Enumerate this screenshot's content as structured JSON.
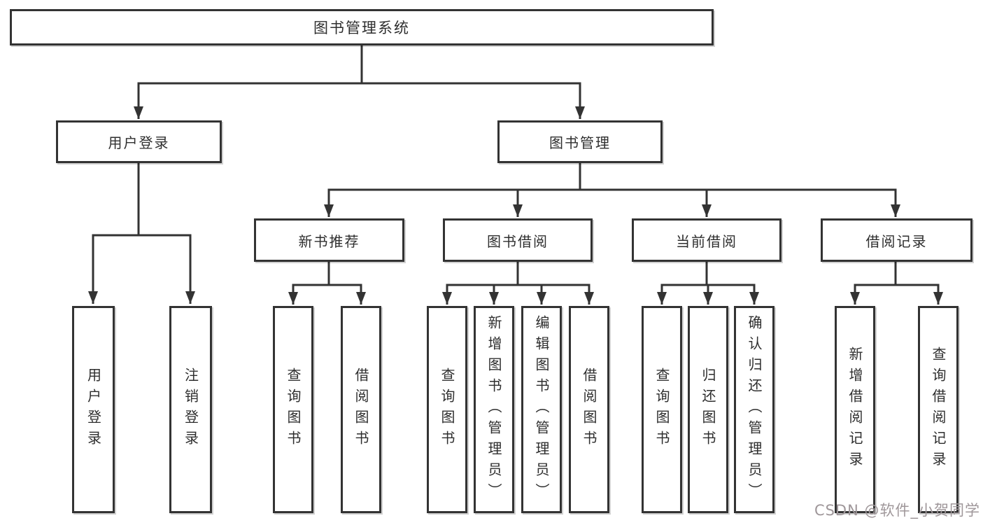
{
  "diagram": {
    "root": {
      "label": "图书管理系统"
    },
    "user_login": {
      "label": "用户登录",
      "children": [
        {
          "label": "用户登录"
        },
        {
          "label": "注销登录"
        }
      ]
    },
    "book_management": {
      "label": "图书管理",
      "children": [
        {
          "label": "新书推荐",
          "children": [
            {
              "label": "查询图书"
            },
            {
              "label": "借阅图书"
            }
          ]
        },
        {
          "label": "图书借阅",
          "children": [
            {
              "label": "查询图书"
            },
            {
              "label": "新增图书（管理员）"
            },
            {
              "label": "编辑图书（管理员）"
            },
            {
              "label": "借阅图书"
            }
          ]
        },
        {
          "label": "当前借阅",
          "children": [
            {
              "label": "查询图书"
            },
            {
              "label": "归还图书"
            },
            {
              "label": "确认归还（管理员）"
            }
          ]
        },
        {
          "label": "借阅记录",
          "children": [
            {
              "label": "新增借阅记录"
            },
            {
              "label": "查询借阅记录"
            }
          ]
        }
      ]
    }
  },
  "watermark": {
    "text": "CSDN @软件_小贺同学"
  },
  "colors": {
    "line": "#333333",
    "box_border": "#333333",
    "text": "#2e2e2e",
    "watermark": "#9f979a",
    "background": "#ffffff"
  }
}
